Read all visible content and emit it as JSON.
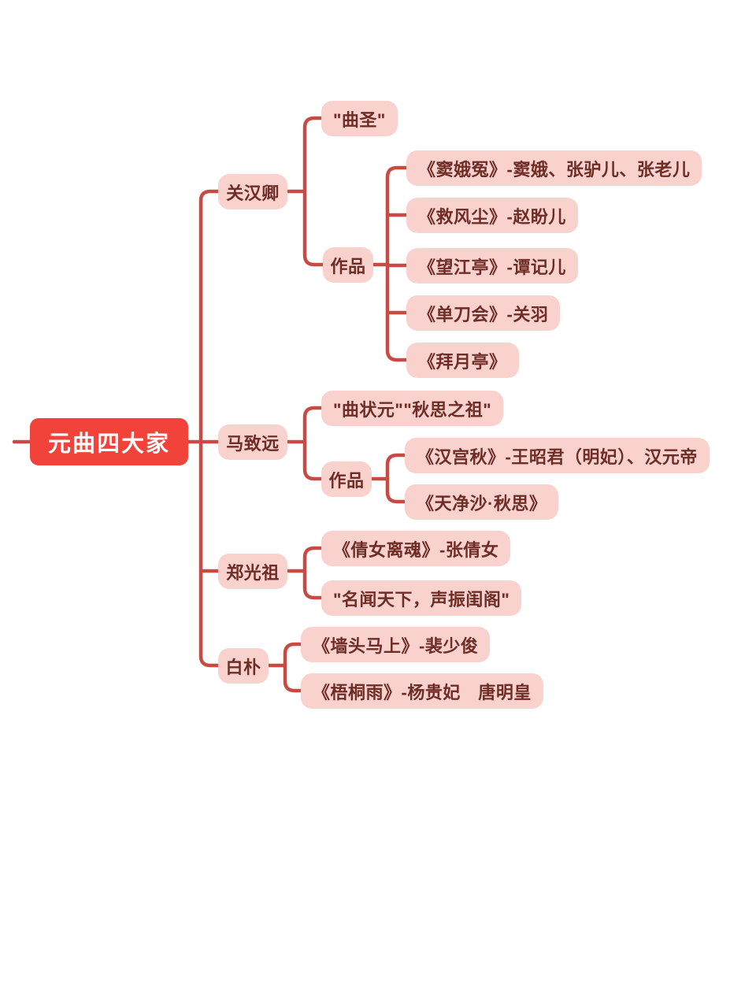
{
  "colors": {
    "background": "#ffffff",
    "root_bg": "#f1433a",
    "root_text": "#ffffff",
    "node_bg": "#f9d2ce",
    "node_text": "#6e2d26",
    "connector": "#c84b43"
  },
  "mindmap": {
    "root": {
      "label": "元曲四大家"
    },
    "branches": [
      {
        "label": "关汉卿",
        "children": [
          {
            "label": "\"曲圣\""
          },
          {
            "label": "作品",
            "children": [
              {
                "label": "《窦娥冤》-窦娥、张驴儿、张老儿"
              },
              {
                "label": "《救风尘》-赵盼儿"
              },
              {
                "label": "《望江亭》-谭记儿"
              },
              {
                "label": "《单刀会》-关羽"
              },
              {
                "label": "《拜月亭》"
              }
            ]
          }
        ]
      },
      {
        "label": "马致远",
        "children": [
          {
            "label": "\"曲状元\"\"秋思之祖\""
          },
          {
            "label": "作品",
            "children": [
              {
                "label": "《汉宫秋》-王昭君（明妃）、汉元帝"
              },
              {
                "label": "《天净沙·秋思》"
              }
            ]
          }
        ]
      },
      {
        "label": "郑光祖",
        "children": [
          {
            "label": "《倩女离魂》-张倩女"
          },
          {
            "label": "\"名闻天下，声振闺阁\""
          }
        ]
      },
      {
        "label": "白朴",
        "children": [
          {
            "label": "《墙头马上》-裴少俊"
          },
          {
            "label": "《梧桐雨》-杨贵妃　唐明皇"
          }
        ]
      }
    ]
  }
}
